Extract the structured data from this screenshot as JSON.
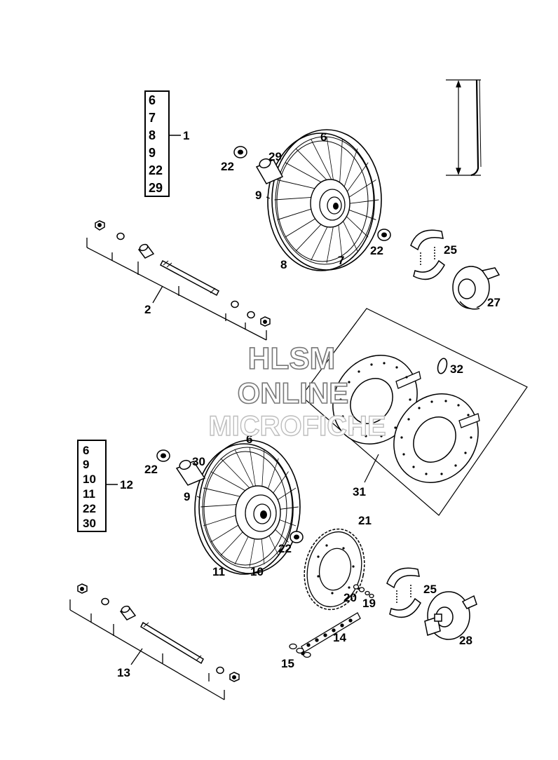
{
  "box_top": {
    "items": [
      "6",
      "7",
      "8",
      "9",
      "22",
      "29"
    ],
    "ref": "1"
  },
  "box_bottom": {
    "items": [
      "6",
      "9",
      "10",
      "11",
      "22",
      "30"
    ],
    "ref": "12"
  },
  "callouts": {
    "c2": "2",
    "c6a": "6",
    "c6b": "6",
    "c7": "7",
    "c8": "8",
    "c9a": "9",
    "c9b": "9",
    "c10": "10",
    "c11": "11",
    "c13": "13",
    "c14": "14",
    "c15": "15",
    "c19": "19",
    "c20": "20",
    "c21": "21",
    "c22a": "22",
    "c22b": "22",
    "c22c": "22",
    "c22d": "22",
    "c25a": "25",
    "c25b": "25",
    "c27": "27",
    "c28": "28",
    "c29": "29",
    "c30": "30",
    "c31": "31",
    "c32": "32"
  },
  "watermark": {
    "line1": "HLSM",
    "line2": "ONLINE",
    "line3": "MICROFICHE"
  }
}
